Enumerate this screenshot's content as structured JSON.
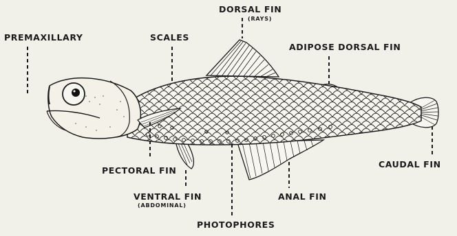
{
  "labels": {
    "dorsal_fin": "DORSAL FIN",
    "dorsal_fin_sub": "(RAYS)",
    "premaxillary": "PREMAXILLARY",
    "scales": "SCALES",
    "adipose_dorsal_fin": "ADIPOSE DORSAL FIN",
    "pectoral_fin": "PECTORAL FIN",
    "ventral_fin": "VENTRAL FIN",
    "ventral_fin_sub": "(ABDOMINAL)",
    "anal_fin": "ANAL FIN",
    "caudal_fin": "CAUDAL FIN",
    "photophores": "PHOTOPHORES"
  }
}
